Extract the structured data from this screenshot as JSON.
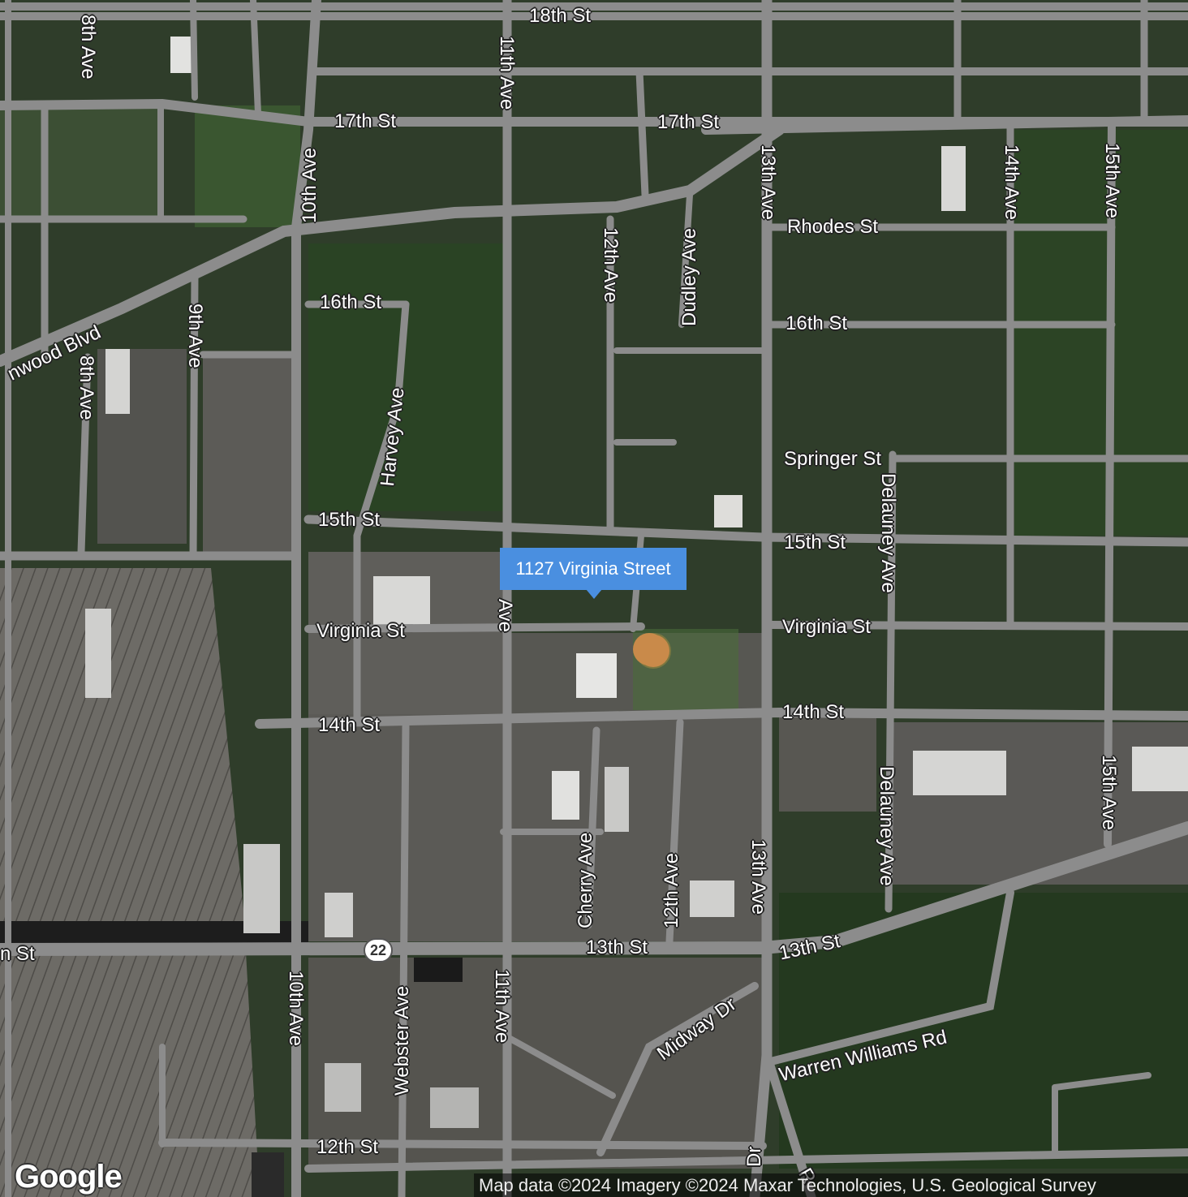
{
  "map": {
    "marker_label": "1127 Virginia Street",
    "route_shield": "22",
    "logo": "Google",
    "attribution": "Map data ©2024 Imagery ©2024 Maxar Technologies, U.S. Geological Survey",
    "colors": {
      "road": "#8c8c8c",
      "vegetation": "#2e4a25",
      "marker": "#4a8fe0",
      "ball_field": "#c98a4a"
    }
  },
  "street_labels": [
    "18th St",
    "17th St",
    "17th St",
    "8th Ave",
    "10th Ave",
    "11th Ave",
    "12th Ave",
    "Dudley Ave",
    "13th Ave",
    "14th Ave",
    "15th Ave",
    "Rhodes St",
    "16th St",
    "16th St",
    "9th Ave",
    "8th Ave",
    "nwood Blvd",
    "Harvey Ave",
    "Springer St",
    "Delauney Ave",
    "15th St",
    "15th St",
    "Ave",
    "Virginia St",
    "Virginia St",
    "14th St",
    "14th St",
    "Delauney Ave",
    "15th Ave",
    "Cherry Ave",
    "12th Ave",
    "13th Ave",
    "13th St",
    "13th St",
    "n St",
    "10th Ave",
    "Webster Ave",
    "11th Ave",
    "Midway Dr",
    "Warren Williams Rd",
    "12th St",
    "Dr",
    "R"
  ]
}
